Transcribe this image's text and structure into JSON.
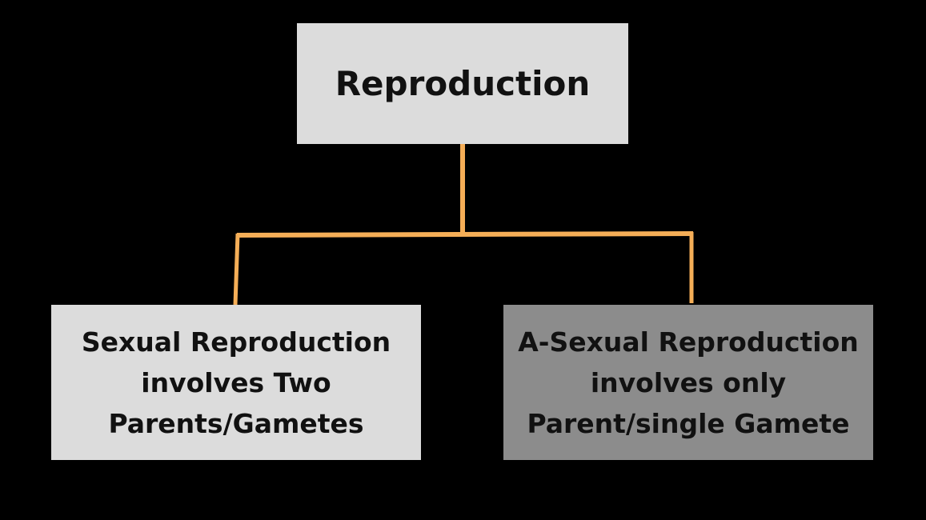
{
  "diagram": {
    "root": {
      "label": "Reproduction"
    },
    "children": [
      {
        "label": "Sexual Reproduction\ninvolves Two\nParents/Gametes"
      },
      {
        "label": "A-Sexual Reproduction\ninvolves only\nParent/single Gamete"
      }
    ]
  },
  "colors": {
    "background": "#000000",
    "connector": "#f5ae57",
    "root_fill": "#dcdcdc",
    "left_fill": "#dcdcdc",
    "right_fill": "#8c8c8c",
    "text": "#111111"
  }
}
